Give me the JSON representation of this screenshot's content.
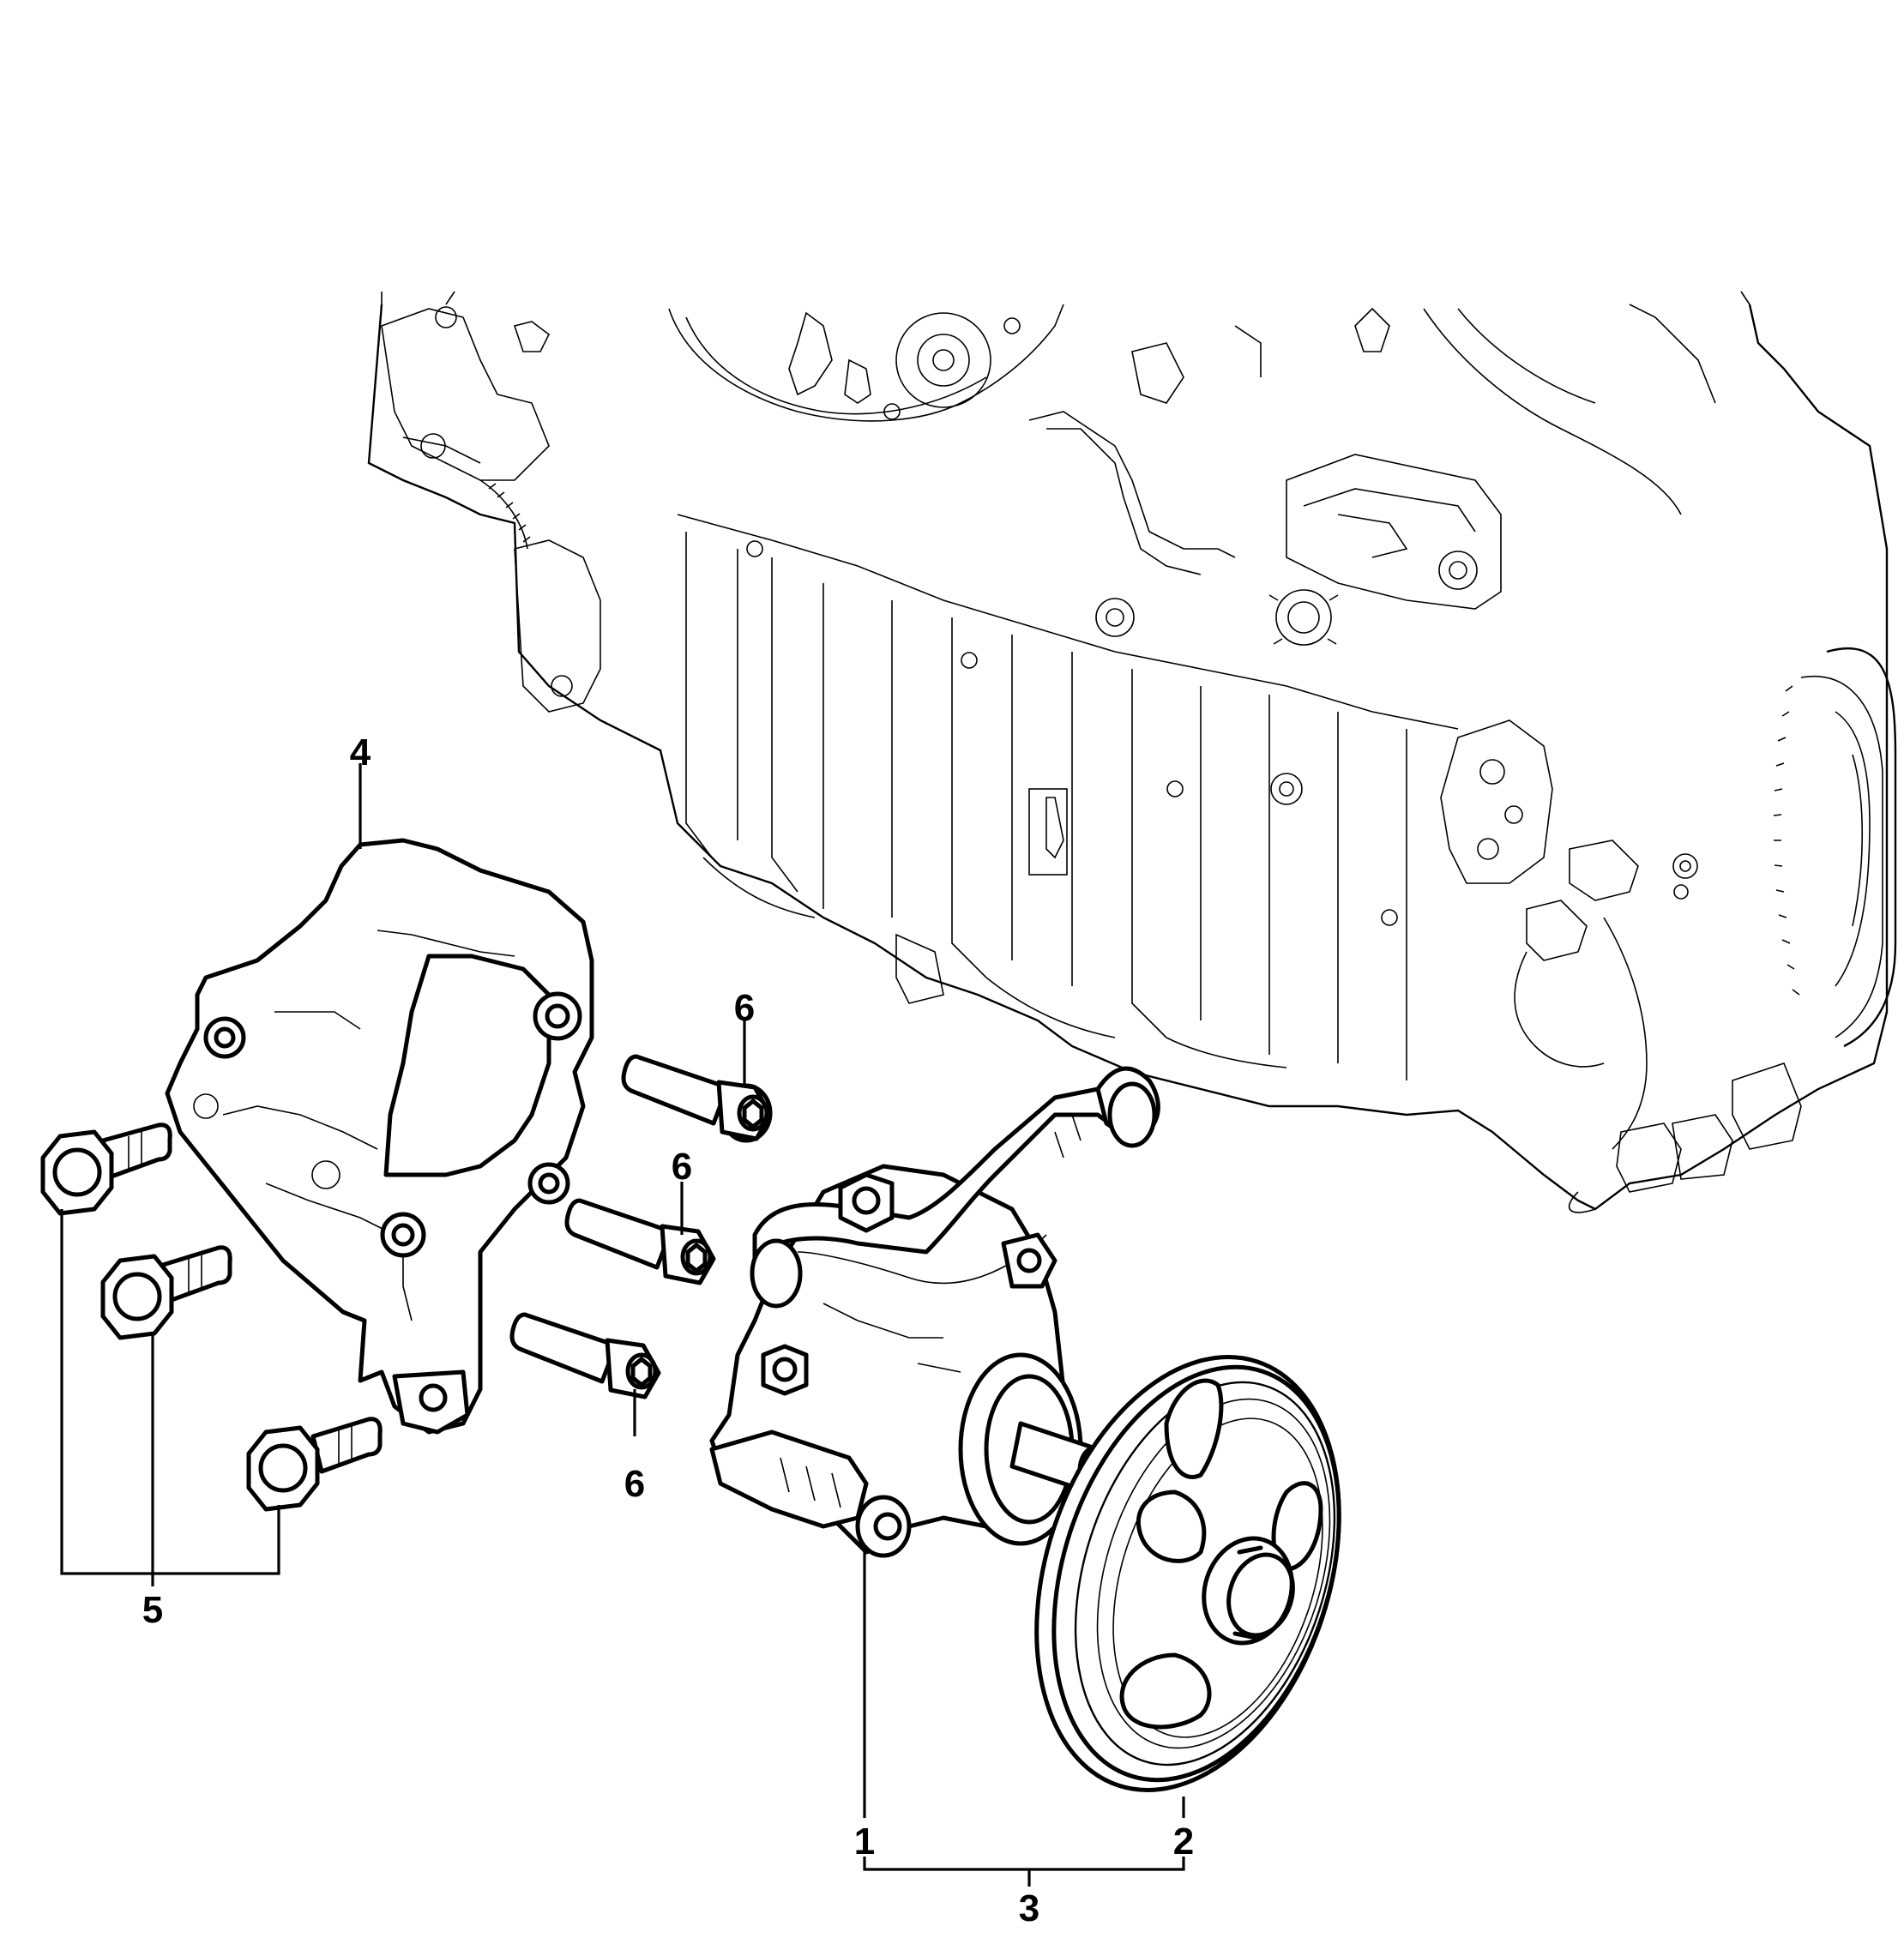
{
  "callouts": {
    "c1": "1",
    "c2": "2",
    "c3": "3",
    "c4": "4",
    "c5": "5",
    "c6a": "6",
    "c6b": "6",
    "c6c": "6"
  },
  "colors": {
    "line": "#000000",
    "background": "#ffffff"
  }
}
